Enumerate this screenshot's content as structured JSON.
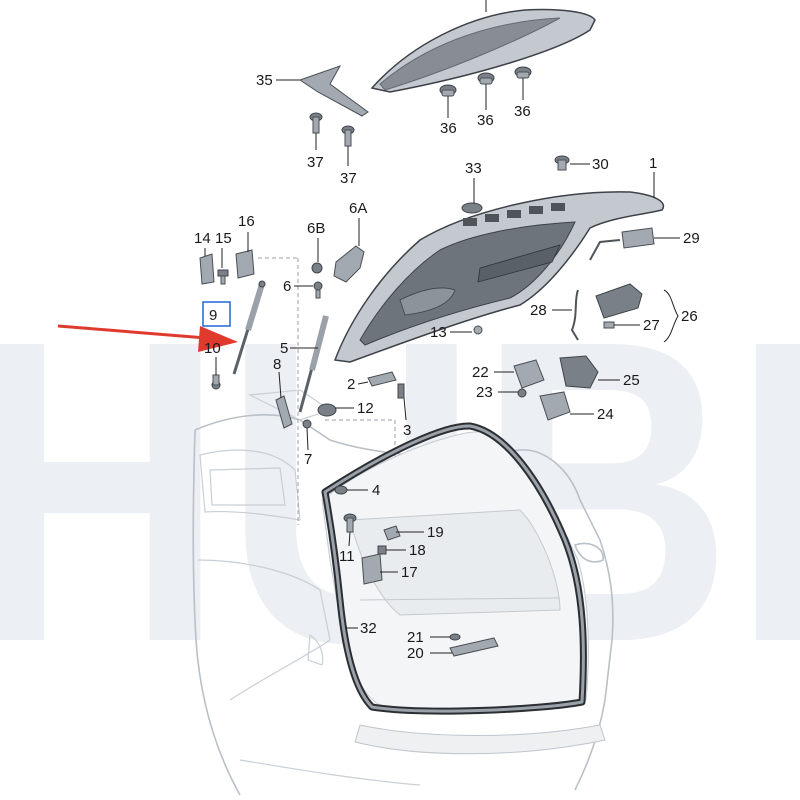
{
  "watermark": {
    "text": "HUBI"
  },
  "callouts": [
    {
      "id": "c35",
      "text": "35"
    },
    {
      "id": "c36a",
      "text": "36"
    },
    {
      "id": "c36b",
      "text": "36"
    },
    {
      "id": "c36c",
      "text": "36"
    },
    {
      "id": "c37a",
      "text": "37"
    },
    {
      "id": "c37b",
      "text": "37"
    },
    {
      "id": "c33",
      "text": "33"
    },
    {
      "id": "c30",
      "text": "30"
    },
    {
      "id": "c1",
      "text": "1"
    },
    {
      "id": "c16",
      "text": "16"
    },
    {
      "id": "c14",
      "text": "14"
    },
    {
      "id": "c15",
      "text": "15"
    },
    {
      "id": "c6B",
      "text": "6B"
    },
    {
      "id": "c6A",
      "text": "6A"
    },
    {
      "id": "c29",
      "text": "29"
    },
    {
      "id": "c6",
      "text": "6"
    },
    {
      "id": "c9",
      "text": "9"
    },
    {
      "id": "c28",
      "text": "28"
    },
    {
      "id": "c26",
      "text": "26"
    },
    {
      "id": "c27",
      "text": "27"
    },
    {
      "id": "c13",
      "text": "13"
    },
    {
      "id": "c10",
      "text": "10"
    },
    {
      "id": "c5",
      "text": "5"
    },
    {
      "id": "c22",
      "text": "22"
    },
    {
      "id": "c25",
      "text": "25"
    },
    {
      "id": "c8",
      "text": "8"
    },
    {
      "id": "c2",
      "text": "2"
    },
    {
      "id": "c23",
      "text": "23"
    },
    {
      "id": "c12",
      "text": "12"
    },
    {
      "id": "c24",
      "text": "24"
    },
    {
      "id": "c3",
      "text": "3"
    },
    {
      "id": "c7",
      "text": "7"
    },
    {
      "id": "c4",
      "text": "4"
    },
    {
      "id": "c19",
      "text": "19"
    },
    {
      "id": "c11",
      "text": "11"
    },
    {
      "id": "c18",
      "text": "18"
    },
    {
      "id": "c17",
      "text": "17"
    },
    {
      "id": "c32",
      "text": "32"
    },
    {
      "id": "c21",
      "text": "21"
    },
    {
      "id": "c20",
      "text": "20"
    }
  ],
  "highlight": {
    "part": "9",
    "box_color": "#2f6fd6",
    "arrow_color": "#e03a2f"
  }
}
